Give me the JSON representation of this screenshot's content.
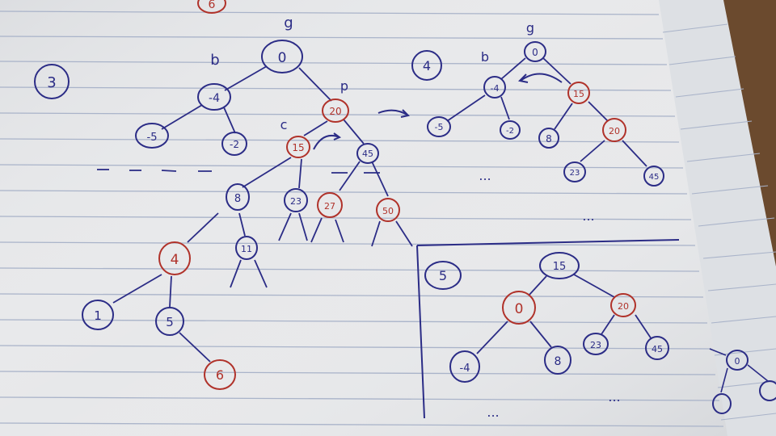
{
  "photo": {
    "subject": "notebook",
    "colors": {
      "paper": "#e4e6e8",
      "rule": "#a9b0c6",
      "ink_blue": "#2b2c86",
      "ink_red": "#b0322a",
      "desk": "#6b4a2e"
    }
  },
  "steps": {
    "step3": {
      "label": "3"
    },
    "step4": {
      "label": "4"
    },
    "step5": {
      "label": "5"
    }
  },
  "tree1": {
    "marks": {
      "g": "g",
      "b": "b",
      "p": "p",
      "c": "c"
    },
    "nodes": {
      "root": "0",
      "n_m4": "-4",
      "n_m5": "-5",
      "n_m2": "-2",
      "n_20": "20",
      "n_15": "15",
      "n_45": "45",
      "n_8": "8",
      "n_23": "23",
      "n_27": "27",
      "n_50": "50",
      "n_4": "4",
      "n_11": "11",
      "n_1": "1",
      "n_5": "5",
      "n_6": "6",
      "n_top6": "6"
    }
  },
  "tree2": {
    "marks": {
      "g": "g",
      "b": "b"
    },
    "nodes": {
      "root": "0",
      "n_m4": "-4",
      "n_m5": "-5",
      "n_m2": "-2",
      "n_15": "15",
      "n_8": "8",
      "n_20": "20",
      "n_23": "23",
      "n_45": "45"
    },
    "ellipsis": "..."
  },
  "tree3": {
    "nodes": {
      "root": "15",
      "n_0": "0",
      "n_20": "20",
      "n_m4": "-4",
      "n_8": "8",
      "n_23": "23",
      "n_45": "45",
      "n_edge": "0"
    }
  },
  "ellipses": {
    "e1": "...",
    "e2": "...",
    "e3": "...",
    "e4": "..."
  }
}
